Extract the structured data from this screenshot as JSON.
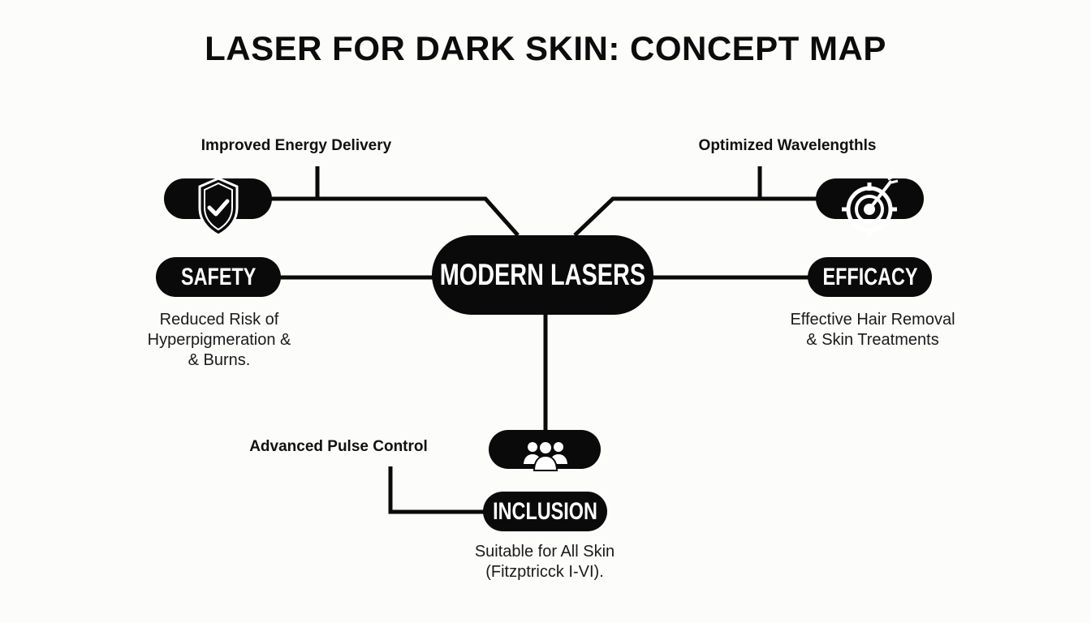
{
  "title": "LASER FOR DARK SKIN: CONCEPT MAP",
  "center": {
    "label": "MODERN LASERS"
  },
  "branches": {
    "safety": {
      "label": "SAFETY",
      "icon": "shield-check-icon",
      "feature": "Improved Energy Delivery",
      "description": [
        "Reduced Risk of",
        "Hyperpigmeration &",
        "& Burns."
      ]
    },
    "efficacy": {
      "label": "EFFICACY",
      "icon": "target-arrow-icon",
      "feature": "Optimized Wavelengthls",
      "description": [
        "Effective Hair Removal",
        "& Skin Treatments"
      ]
    },
    "inclusion": {
      "label": "INCLUSION",
      "icon": "people-group-icon",
      "feature": "Advanced Pulse Control",
      "description": [
        "Suitable for All Skin",
        "(Fitzptricck I-VI)."
      ]
    }
  },
  "colors": {
    "node": "#0a0a0a",
    "background": "#fcfcfb",
    "text": "#111111"
  }
}
